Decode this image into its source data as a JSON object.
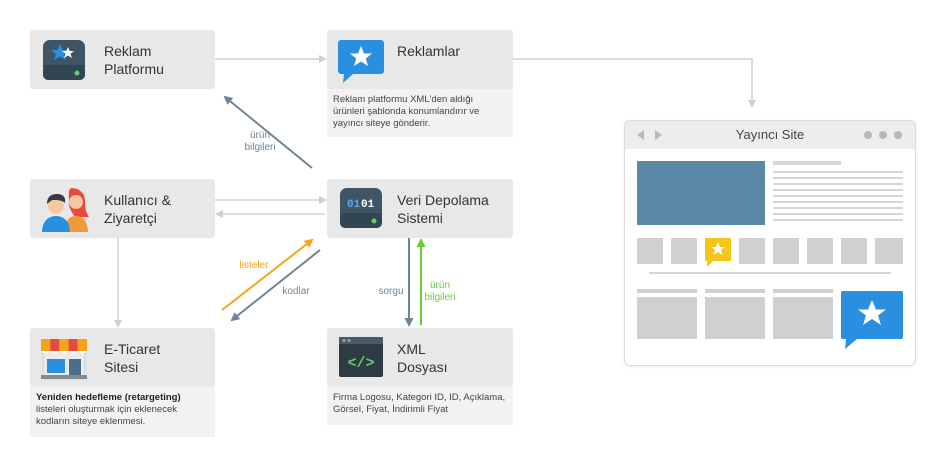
{
  "nodes": {
    "ad_platform": {
      "label1": "Reklam",
      "label2": "Platformu"
    },
    "ads": {
      "label1": "Reklamlar",
      "desc": "Reklam platformu XML'den aldığı ürünleri şablonda konumlandırır ve yayıncı siteye gönderir."
    },
    "user": {
      "label1": "Kullanıcı &",
      "label2": "Ziyaretçi"
    },
    "storage": {
      "label1": "Veri Depolama",
      "label2": "Sistemi",
      "icon_text_a": "01",
      "icon_text_b": "01"
    },
    "ecommerce": {
      "label1": "E-Ticaret",
      "label2": "Sitesi",
      "desc_bold": "Yeniden hedefleme (retargeting)",
      "desc": "listeleri oluşturmak için eklenecek kodların siteye eklenmesi."
    },
    "xml": {
      "label1": "XML",
      "label2": "Dosyası",
      "icon_text": "</>",
      "desc": "Firma Logosu, Kategori ID, ID, Açıklama, Görsel, Fiyat, İndirimli Fiyat"
    }
  },
  "edges": {
    "product_info_up": {
      "line1": "ürün",
      "line2": "bilgileri"
    },
    "lists": "listeler",
    "codes": "kodlar",
    "query": "sorgu",
    "product_info_right": {
      "line1": "ürün",
      "line2": "bilgileri"
    }
  },
  "publisher": {
    "title": "Yayıncı Site"
  },
  "colors": {
    "box": "#e8e8e8",
    "arrow_gray": "#d0d0d0",
    "arrow_blue": "#6f8596",
    "arrow_orange": "#f5a31a",
    "arrow_green": "#66cc33",
    "accent_blue": "#2b8fe0",
    "slate": "#4a6f8d"
  },
  "icons": {
    "ad_platform": "server-star-icon",
    "ads": "speech-star-icon",
    "user": "users-icon",
    "storage": "database-server-icon",
    "ecommerce": "shop-icon",
    "xml": "code-icon"
  }
}
